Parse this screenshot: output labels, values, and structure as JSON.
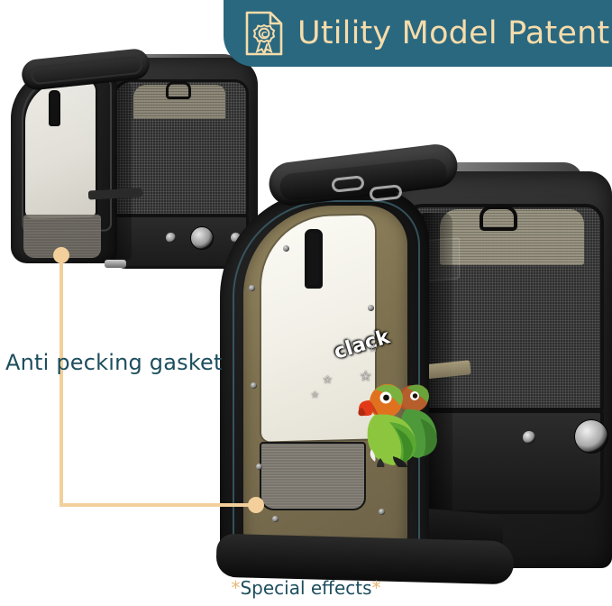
{
  "banner": {
    "title": "Utility Model Patent",
    "icon": "certificate-document-icon",
    "bg_color": "#2a6880",
    "text_color": "#f6dcaa"
  },
  "callout": {
    "label": "Anti pecking gasket",
    "line_color": "#f3cf9b",
    "text_color": "#1d4e5e"
  },
  "annotations": {
    "sound_effect": "clack",
    "sound_effect_color": "#ffffff"
  },
  "caption": {
    "asterisk_left": "*",
    "text": "Special effects",
    "asterisk_right": "*",
    "text_color": "#1d4e5e",
    "asterisk_color": "#e8b877"
  },
  "products": {
    "small": {
      "name": "pet-carrier-backpack-closed-view",
      "description": "Black expandable pet carrier backpack with clear acrylic side door open and black mesh rear panel with metal grommet"
    },
    "main": {
      "name": "pet-carrier-backpack-open-view",
      "description": "Black pet carrier backpack with curved translucent anti-pecking acrylic gasket door open, black mesh panels, and two lovebirds perched inside"
    }
  },
  "subjects": {
    "birds": "two-lovebirds"
  },
  "colors": {
    "background": "#ffffff",
    "teal": "#2a6880",
    "cream": "#f6dcaa",
    "tan_line": "#f3cf9b",
    "acrylic_olive": "#7d7150",
    "fabric_black": "#171717"
  }
}
